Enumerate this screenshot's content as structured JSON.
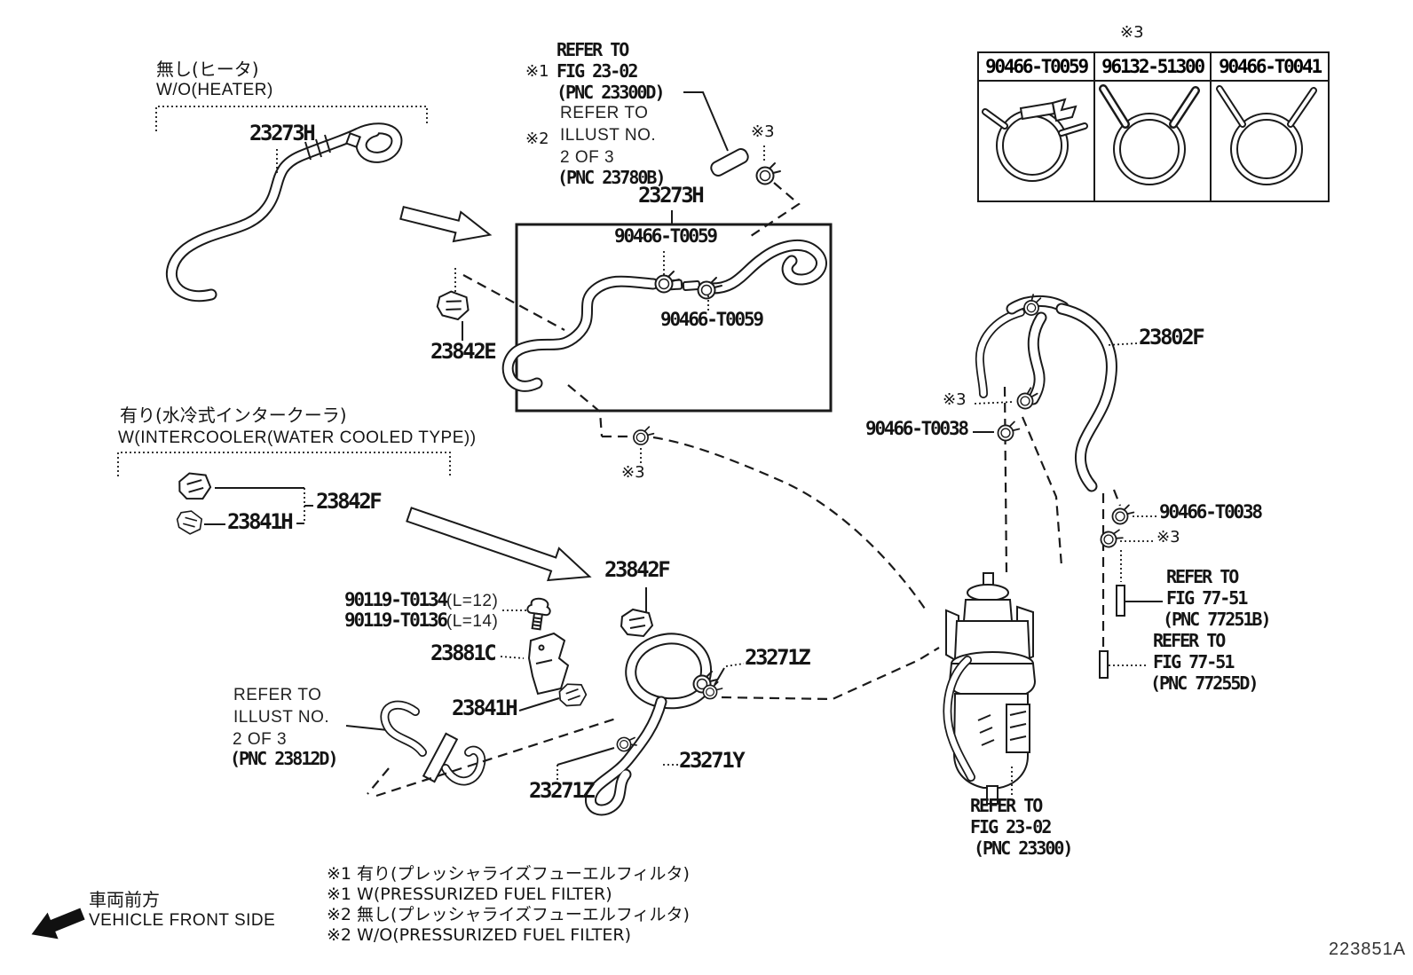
{
  "diagram": {
    "callouts": {
      "heater": {
        "jp": "無し(ヒータ)",
        "en": "W/O(HEATER)"
      },
      "intercooler": {
        "jp": "有り(水冷式インタークーラ)",
        "en": "W(INTERCOOLER(WATER COOLED TYPE))"
      },
      "vehicle_front": {
        "jp": "車両前方",
        "en": "VEHICLE FRONT SIDE"
      }
    },
    "markers": {
      "m1": "※1",
      "m2": "※2",
      "m3": "※3"
    },
    "parts": {
      "hose_23273h": "23273H",
      "clamp_90466_t0059": "90466-T0059",
      "clip_23842e": "23842E",
      "clip_23842f": "23842F",
      "clip_23841h": "23841H",
      "bolt_90119_t0134": "90119-T0134",
      "bolt_90119_t0134_len": "(L=12)",
      "bolt_90119_t0136": "90119-T0136",
      "bolt_90119_t0136_len": "(L=14)",
      "bracket_23881c": "23881C",
      "hose_23271z": "23271Z",
      "hose_23271y": "23271Y",
      "hose_23802f": "23802F",
      "clamp_90466_t0038": "90466-T0038"
    },
    "references": {
      "fig_23_02_d": {
        "l1": "REFER TO",
        "l2": "FIG 23-02",
        "l3": "(PNC 23300D)"
      },
      "illust_23780b": {
        "l1": "REFER TO",
        "l2": "ILLUST NO.",
        "l3": "2 OF 3",
        "l4": "(PNC 23780B)"
      },
      "illust_23812d": {
        "l1": "REFER TO",
        "l2": "ILLUST NO.",
        "l3": "2 OF 3",
        "l4": "(PNC 23812D)"
      },
      "fig_77_51_b": {
        "l1": "REFER TO",
        "l2": "FIG 77-51",
        "l3": "(PNC 77251B)"
      },
      "fig_77_51_d": {
        "l1": "REFER TO",
        "l2": "FIG 77-51",
        "l3": "(PNC 77255D)"
      },
      "fig_23_02": {
        "l1": "REFER TO",
        "l2": "FIG 23-02",
        "l3": "(PNC 23300)"
      }
    },
    "legend_table": {
      "marker": "※3",
      "col1": "90466-T0059",
      "col2": "96132-51300",
      "col3": "90466-T0041"
    },
    "notes": {
      "n1": "※1 有り(プレッシャライズフューエルフィルタ)",
      "n2": "※1 W(PRESSURIZED FUEL FILTER)",
      "n3": "※2 無し(プレッシャライズフューエルフィルタ)",
      "n4": "※2 W/O(PRESSURIZED FUEL FILTER)"
    },
    "drawing_code": "223851A"
  }
}
